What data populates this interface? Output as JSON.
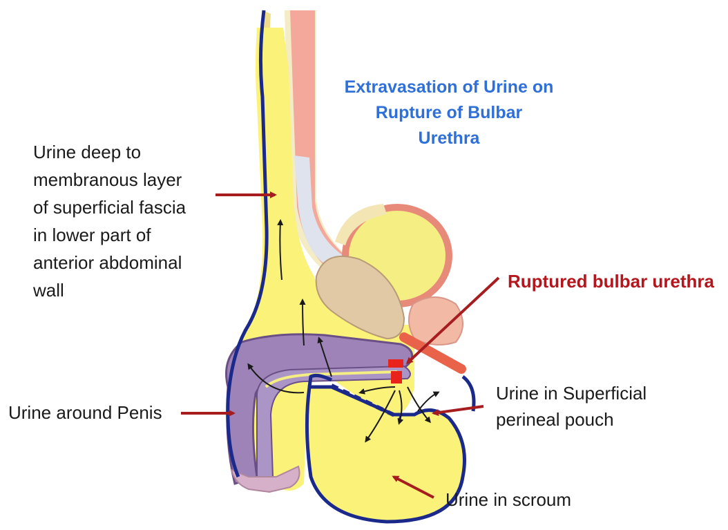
{
  "title": {
    "lines": [
      "Extravasation of Urine on",
      "Rupture of Bulbar",
      "Urethra"
    ]
  },
  "labels": {
    "deep": {
      "lines": [
        "Urine  deep to",
        "membranous layer",
        "of superficial fascia",
        "in lower part of",
        "anterior abdominal",
        "wall"
      ]
    },
    "ruptured": "Ruptured bulbar urethra",
    "penis": "Urine around Penis",
    "pouch": {
      "lines": [
        "Urine in Superficial",
        "perineal pouch"
      ]
    },
    "scrotum": "Urine in scroum"
  },
  "colors": {
    "title": "#2e6fd8",
    "ruptured_label": "#b3171d",
    "arrow": "#a61c1f",
    "urine_fill": "#fbf27a",
    "fascia_line": "#1b2a8a",
    "penis_body": "#9e83b8",
    "muscle": "#f2a294",
    "rupture": "#e8231c"
  }
}
